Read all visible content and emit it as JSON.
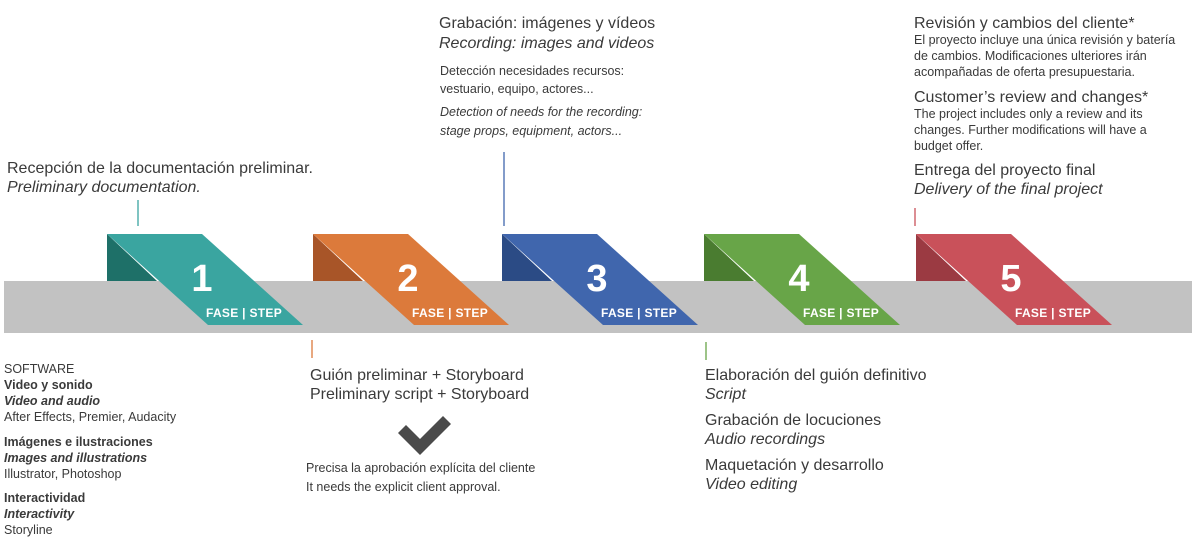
{
  "steps": [
    {
      "number": "1",
      "label": "FASE | STEP",
      "color": "#3aa5a0",
      "dark": "#1e7068"
    },
    {
      "number": "2",
      "label": "FASE | STEP",
      "color": "#dc7a3b",
      "dark": "#a85528"
    },
    {
      "number": "3",
      "label": "FASE | STEP",
      "color": "#4066ad",
      "dark": "#2b4b85"
    },
    {
      "number": "4",
      "label": "FASE | STEP",
      "color": "#68a548",
      "dark": "#4a7c30"
    },
    {
      "number": "5",
      "label": "FASE | STEP",
      "color": "#c9515a",
      "dark": "#9b3a42"
    }
  ],
  "colors": {
    "band": "#c2c2c2"
  },
  "phase1_top": {
    "title": "Recepción de la documentación preliminar.",
    "subtitle": "Preliminary documentation."
  },
  "phase1_bottom": {
    "heading": "SOFTWARE",
    "video_es": "Video y sonido",
    "video_en": "Video and audio",
    "video_tools": "After Effects, Premier, Audacity",
    "images_es": "Imágenes e ilustraciones",
    "images_en": "Images and illustrations",
    "images_tools": "Illustrator, Photoshop",
    "inter_es": "Interactividad",
    "inter_en": "Interactivity",
    "inter_tools": "Storyline"
  },
  "phase2_bottom": {
    "title_es": "Guión preliminar + Storyboard",
    "title_en": "Preliminary script + Storyboard",
    "approval_es": "Precisa la aprobación explícita del cliente",
    "approval_en": "It needs the explicit client approval.",
    "check_icon": "checkmark-icon"
  },
  "phase3_top": {
    "title_es": "Grabación: imágenes y vídeos",
    "title_en": "Recording: images and videos",
    "needs_es_1": "Detección necesidades recursos:",
    "needs_es_2": "vestuario, equipo, actores...",
    "needs_en_1": "Detection of needs for the recording:",
    "needs_en_2": "stage props, equipment, actors..."
  },
  "phase4_bottom": {
    "script_es": "Elaboración del guión definitivo",
    "script_en": "Script",
    "audio_es": "Grabación de locuciones",
    "audio_en": "Audio recordings",
    "layout_es": "Maquetación y desarrollo",
    "layout_en": "Video editing"
  },
  "phase5_top": {
    "review_title_es": "Revisión y cambios del cliente*",
    "review_desc_es_1": "El proyecto incluye una única revisión y batería",
    "review_desc_es_2": "de cambios. Modificaciones ulteriores irán",
    "review_desc_es_3": "acompañadas de oferta presupuestaria.",
    "review_title_en": "Customer’s review and changes*",
    "review_desc_en_1": "The project includes only a review and its",
    "review_desc_en_2": "changes. Further modifications will have a",
    "review_desc_en_3": "budget offer.",
    "delivery_es": "Entrega del proyecto final",
    "delivery_en": "Delivery of the final project"
  }
}
